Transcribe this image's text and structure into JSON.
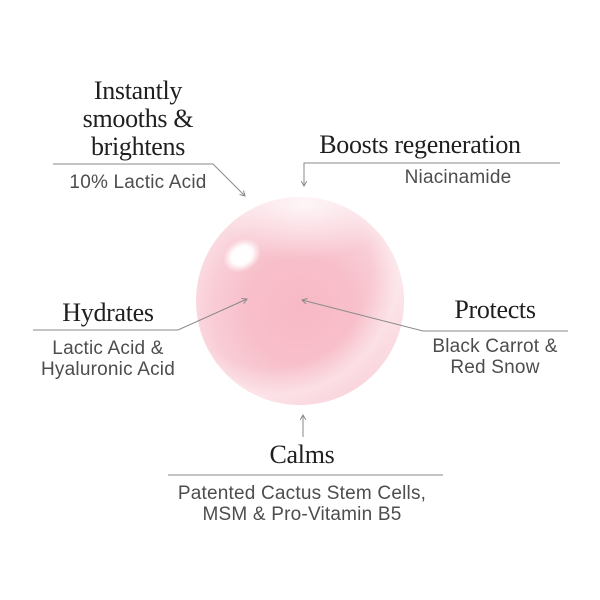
{
  "colors": {
    "background": "#ffffff",
    "heading": "#1f1f1f",
    "subtext": "#4d4d4d",
    "line": "#8a8a8a",
    "sphere-core": "#f7b9c5",
    "sphere-mid": "#f9cdd6",
    "sphere-edge": "#fdeff2",
    "highlight": "#ffffff"
  },
  "callouts": {
    "smooths": {
      "heading_lines": [
        "Instantly",
        "smooths &",
        "brightens"
      ],
      "sub_lines": [
        "10% Lactic Acid"
      ]
    },
    "boosts": {
      "heading_lines": [
        "Boosts regeneration"
      ],
      "sub_lines": [
        "Niacinamide"
      ]
    },
    "hydrates": {
      "heading_lines": [
        "Hydrates"
      ],
      "sub_lines": [
        "Lactic Acid &",
        "Hyaluronic Acid"
      ]
    },
    "protects": {
      "heading_lines": [
        "Protects"
      ],
      "sub_lines": [
        "Black Carrot &",
        "Red Snow"
      ]
    },
    "calms": {
      "heading_lines": [
        "Calms"
      ],
      "sub_lines": [
        "Patented Cactus Stem Cells,",
        "MSM & Pro-Vitamin B5"
      ]
    }
  }
}
